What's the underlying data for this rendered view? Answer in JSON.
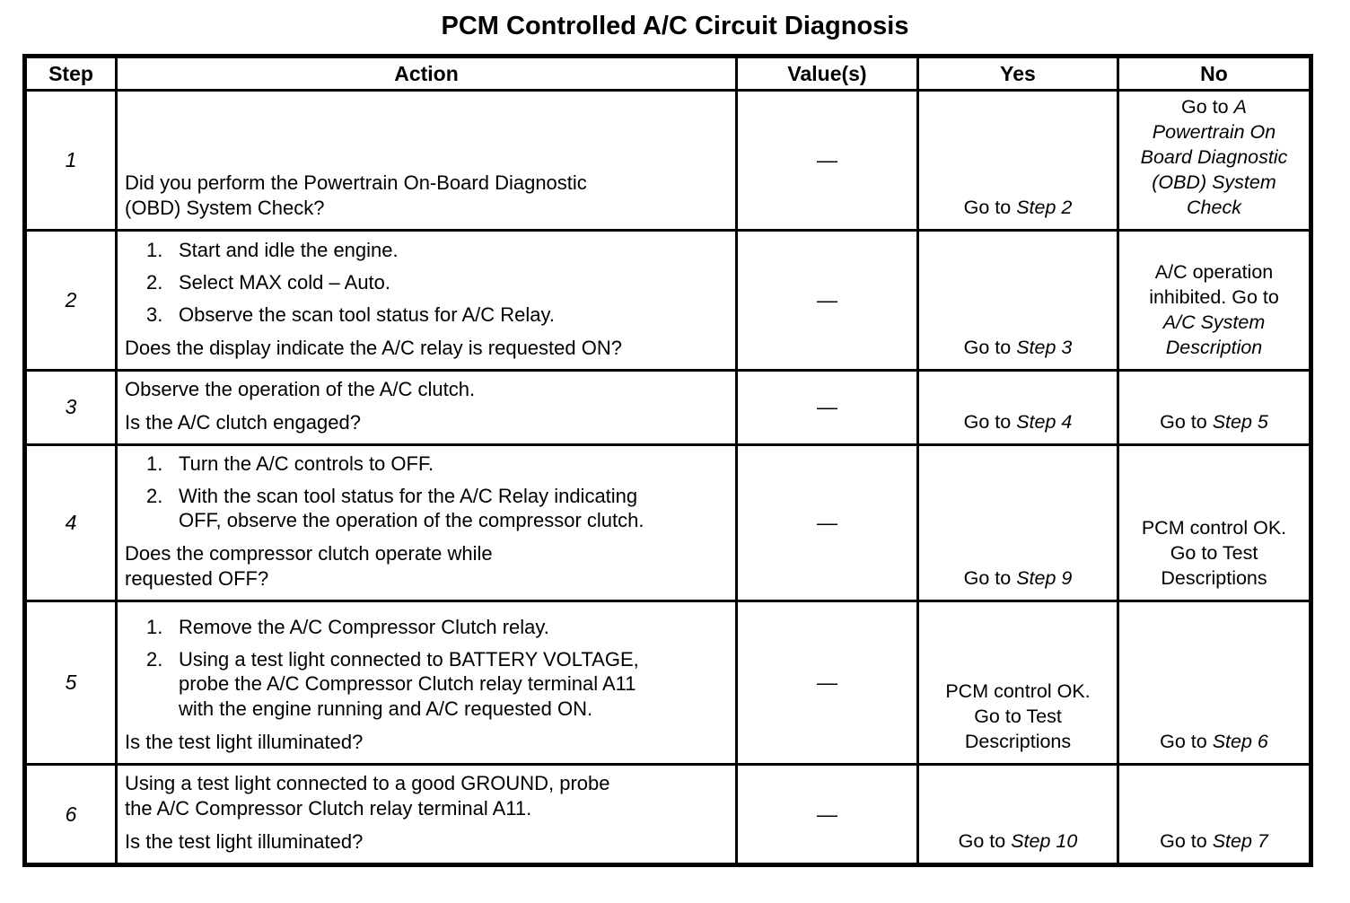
{
  "title": "PCM Controlled A/C Circuit Diagnosis",
  "columns": [
    "Step",
    "Action",
    "Value(s)",
    "Yes",
    "No"
  ],
  "rows": [
    {
      "step": "1",
      "action": {
        "text": "Did you perform the Powertrain On-Board Diagnostic\n(OBD) System Check?"
      },
      "value": "—",
      "yes": [
        "Go to ",
        "Step 2"
      ],
      "no": [
        "Go to ",
        "A\nPowertrain On\nBoard Diagnostic\n(OBD) System\nCheck"
      ]
    },
    {
      "step": "2",
      "action": {
        "list": [
          {
            "num": "1.",
            "text": "Start and idle the engine."
          },
          {
            "num": "2.",
            "text": "Select MAX cold – Auto."
          },
          {
            "num": "3.",
            "text": "Observe the scan tool status for A/C Relay."
          }
        ],
        "question": "Does the display indicate the A/C relay is requested ON?"
      },
      "value": "—",
      "yes": [
        "Go to ",
        "Step 3"
      ],
      "no": [
        "A/C operation\ninhibited. Go to ",
        "\nA/C System\nDescription"
      ]
    },
    {
      "step": "3",
      "action": {
        "text": "Observe the operation of the A/C clutch.",
        "question": "Is the A/C clutch engaged?"
      },
      "value": "—",
      "yes": [
        "Go to ",
        "Step 4"
      ],
      "no": [
        "Go to ",
        "Step 5"
      ]
    },
    {
      "step": "4",
      "action": {
        "list": [
          {
            "num": "1.",
            "text": "Turn the A/C controls to OFF."
          },
          {
            "num": "2.",
            "text": "With the scan tool status for the A/C Relay indicating\nOFF, observe the operation of the compressor clutch."
          }
        ],
        "question": "Does the compressor clutch operate while\nrequested OFF?"
      },
      "value": "—",
      "yes": [
        "Go to ",
        "Step 9"
      ],
      "no": [
        "PCM control OK.\nGo to Test\nDescriptions"
      ]
    },
    {
      "step": "5",
      "action": {
        "list": [
          {
            "num": "1.",
            "text": "Remove the A/C Compressor Clutch relay."
          },
          {
            "num": "2.",
            "text": "Using a test light connected to BATTERY VOLTAGE,\nprobe the A/C Compressor Clutch relay terminal A11\nwith the engine running and A/C requested ON."
          }
        ],
        "question": "Is the test light illuminated?"
      },
      "value": "—",
      "yes": [
        "PCM control OK.\nGo to Test\nDescriptions"
      ],
      "no": [
        "Go to ",
        "Step 6"
      ]
    },
    {
      "step": "6",
      "action": {
        "text": "Using a test light connected to a good GROUND, probe\nthe A/C Compressor Clutch relay terminal A11.",
        "question": "Is the test light illuminated?"
      },
      "value": "—",
      "yes": [
        "Go to ",
        "Step 10"
      ],
      "no": [
        "Go to ",
        "Step 7"
      ]
    }
  ]
}
